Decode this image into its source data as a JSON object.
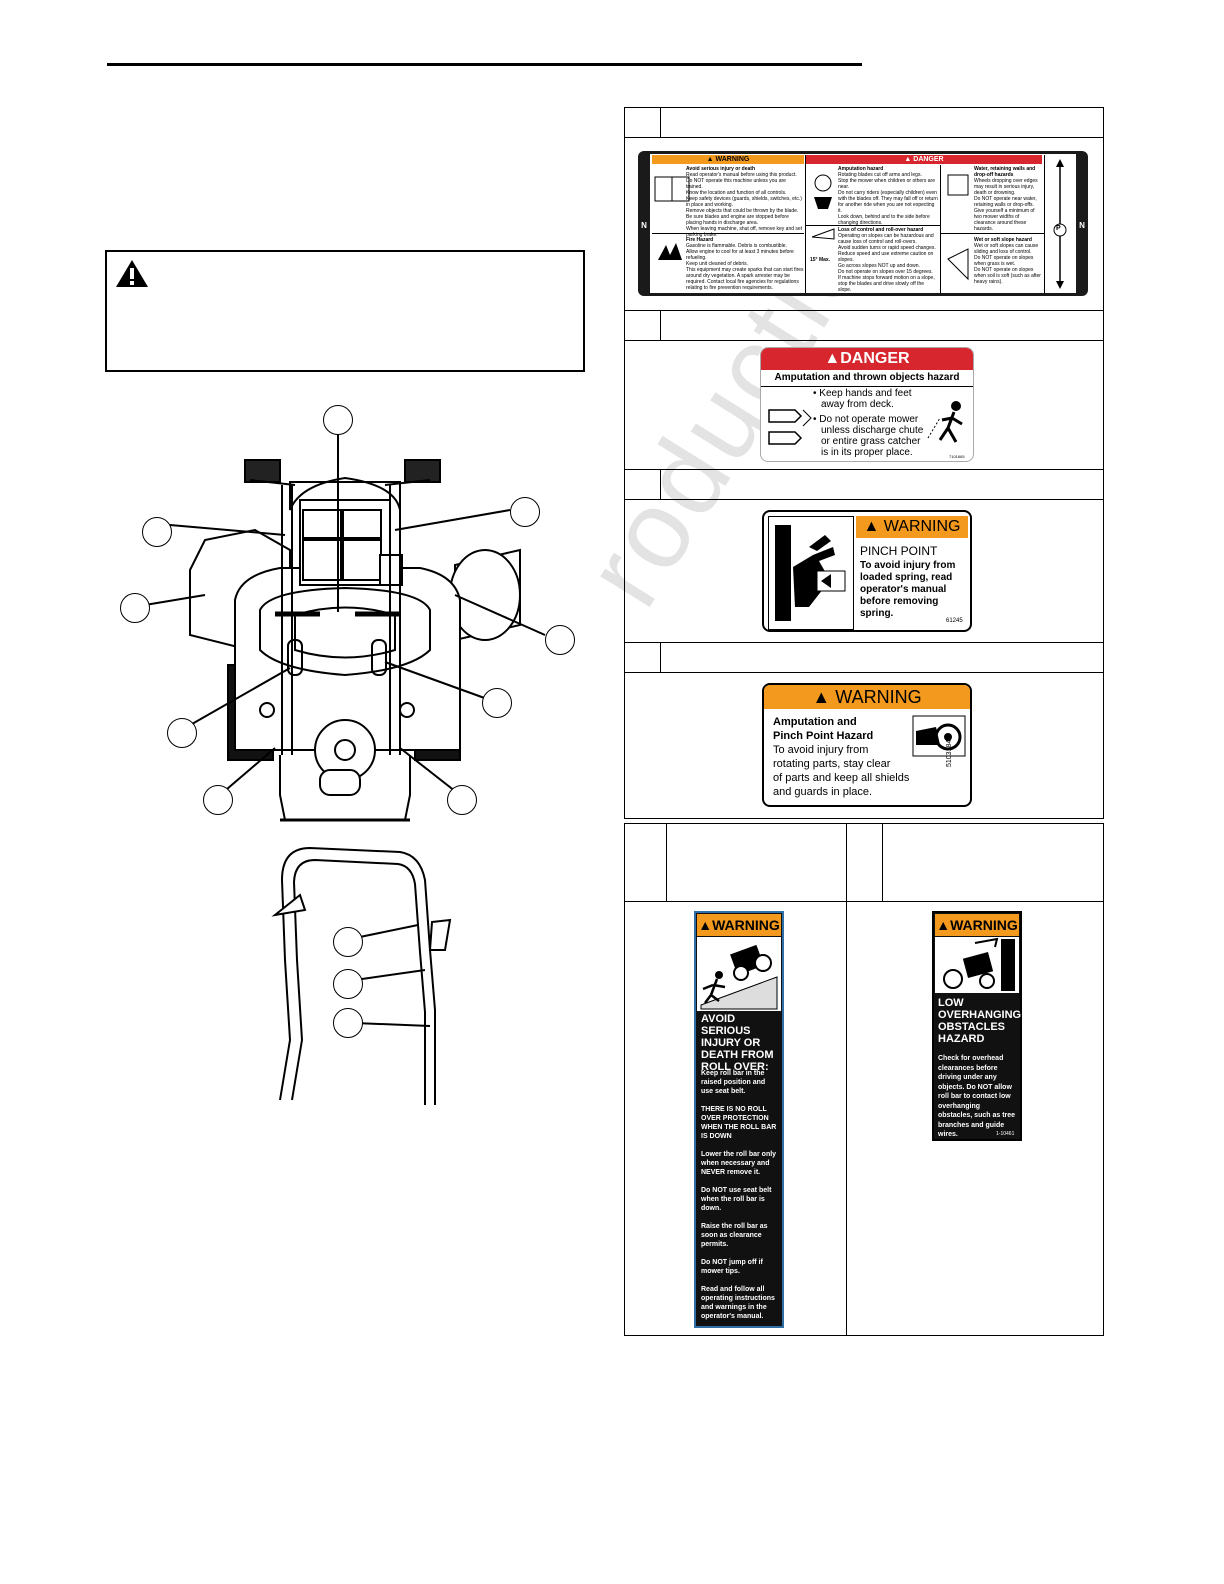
{
  "watermark": "roduction",
  "decal_top": {
    "warning_header": "WARNING",
    "danger_header": "DANGER",
    "avoid_title": "Avoid serious injury or death",
    "avoid_bullets": [
      "Read operator's manual before using this product.",
      "Do NOT operate this machine unless you are trained.",
      "Know the location and function of all controls.",
      "Keep safety devices (guards, shields, switches, etc.) in place and working.",
      "Remove objects that could be thrown by the blade.",
      "Be sure blades and engine are stopped before placing hands in discharge area.",
      "When leaving machine, shut off, remove key and set parking brake."
    ],
    "fire_title": "Fire Hazard",
    "fire_text": "Gasoline is flammable. Debris is combustible.",
    "fire_bullets": [
      "Allow engine to cool for at least 3 minutes before refueling.",
      "Keep unit cleaned of debris.",
      "This equipment may create sparks that can start fires around dry vegetation. A spark arrester may be required. Contact local fire agencies for regulations relating to fire prevention requirements."
    ],
    "amp_title": "Amputation hazard",
    "amp_text": "Rotating blades cut off arms and legs.",
    "amp_bullets": [
      "Stop the mower when children or others are near.",
      "Do not carry riders (especially children) even with the blades off. They may fall off or return for another ride when you are not expecting it.",
      "Look down, behind and to the side before changing directions."
    ],
    "loss_title": "Loss of control and roll-over hazard",
    "loss_text": "Operating on slopes can be hazardous and cause loss of control and roll-overs.",
    "loss_bullets": [
      "Avoid sudden turns or rapid speed changes.",
      "Reduce speed and use extreme caution on slopes.",
      "Go across slopes NOT up and down.",
      "Do not operate on slopes over 15 degrees.",
      "If machine stops forward motion on a slope, stop the blades and drive slowly off the slope."
    ],
    "slope_label": "15° Max.",
    "water_title": "Water, retaining walls and drop-off hazards",
    "water_text": "Wheels dropping over edges may result in serious injury, death or drowning.",
    "water_bullets": [
      "Do NOT operate near water, retaining walls or drop-offs.",
      "Give yourself a minimum of two mower widths of clearance around these hazards."
    ],
    "wet_title": "Wet or soft slope hazard",
    "wet_text": "Wet or soft slopes can cause sliding and loss of control.",
    "wet_bullets": [
      "Do NOT operate on slopes when grass is wet.",
      "Do NOT operate on slopes when soil is soft (such as after heavy rains)."
    ],
    "n_label": "N",
    "p_label": "P"
  },
  "decal_danger": {
    "header": "DANGER",
    "title": "Amputation and thrown objects hazard",
    "bullet1": "• Keep hands and feet away from deck.",
    "bullet1a": "• Keep hands and feet",
    "bullet1b": "away from deck.",
    "bullet2a": "• Do not operate mower",
    "bullet2b": "unless discharge chute",
    "bullet2c": "or entire grass catcher",
    "bullet2d": "is in its proper place.",
    "code": "7101665"
  },
  "decal_pinch": {
    "header": "WARNING",
    "title": "PINCH POINT",
    "l1": "To avoid injury from",
    "l2": "loaded spring, read",
    "l3": "operator's manual",
    "l4": "before removing",
    "l5": "spring.",
    "code": "61245"
  },
  "decal_amp": {
    "header": "WARNING",
    "title1": "Amputation and",
    "title2": "Pinch Point Hazard",
    "l1": "To avoid injury from",
    "l2": "rotating parts, stay clear",
    "l3": "of parts and keep all shields",
    "l4": "and guards in place.",
    "code": "5103184"
  },
  "decal_rollover": {
    "header": "WARNING",
    "t1": "AVOID SERIOUS",
    "t2": "INJURY OR",
    "t3": "DEATH FROM",
    "t4": "ROLL OVER:",
    "p1": [
      "Keep roll bar in the",
      "raised position and",
      "use seat belt."
    ],
    "p2": [
      "THERE IS NO ROLL",
      "OVER PROTECTION",
      "WHEN THE ROLL BAR",
      "IS DOWN"
    ],
    "p3": [
      "Lower the roll bar only",
      "when necessary and",
      "NEVER remove it."
    ],
    "p4": [
      "Do NOT use seat belt",
      "when the roll bar is",
      "down."
    ],
    "p5": [
      "Raise the roll bar as",
      "soon as clearance",
      "permits."
    ],
    "p6": [
      "Do NOT jump off if",
      "mower tips."
    ],
    "p7": [
      "Read and follow all",
      "operating instructions",
      "and warnings in the",
      "operator's manual."
    ]
  },
  "decal_overhang": {
    "header": "WARNING",
    "t1": "LOW",
    "t2": "OVERHANGING",
    "t3": "OBSTACLES",
    "t4": "HAZARD",
    "lines": [
      "Check for overhead",
      "clearances before",
      "driving under any",
      "objects.  Do NOT allow",
      "roll bar to contact low",
      "overhanging",
      "obstacles, such as tree",
      "branches and guide",
      "wires."
    ],
    "code": "1-10461"
  }
}
